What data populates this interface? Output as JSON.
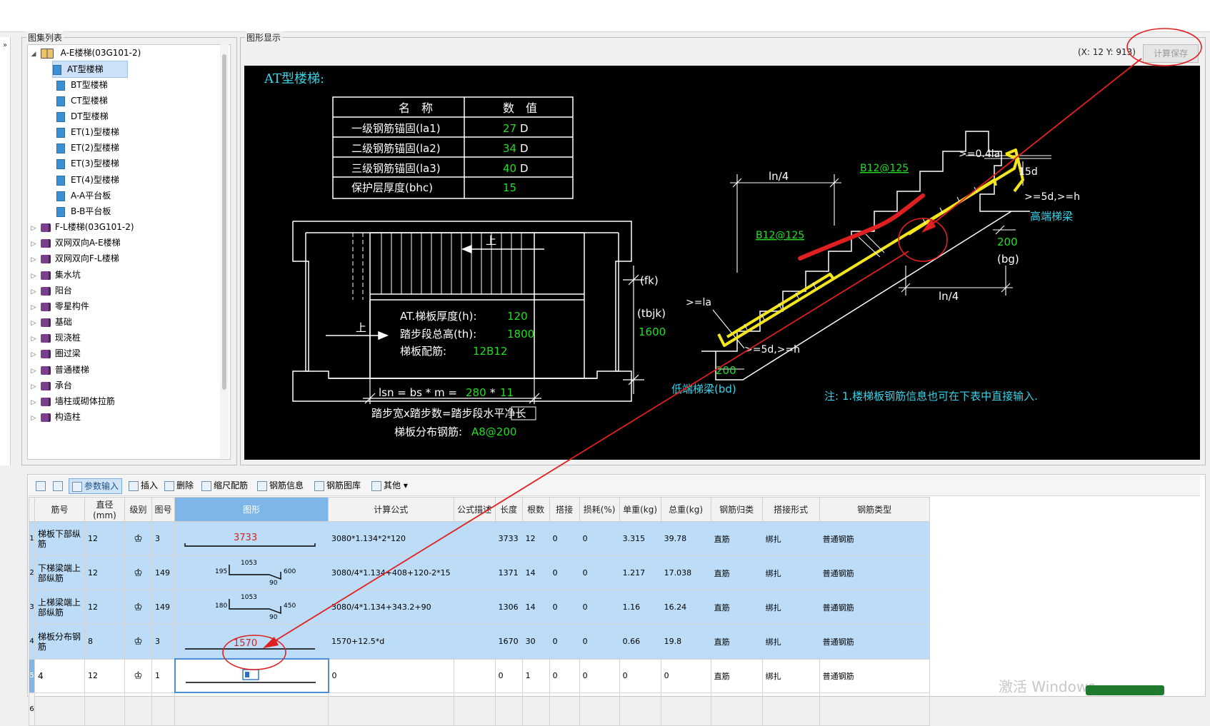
{
  "tree_panel": {
    "title": "图集列表",
    "root": "A-E楼梯(03G101-2)",
    "children": [
      "AT型楼梯",
      "BT型楼梯",
      "CT型楼梯",
      "DT型楼梯",
      "ET(1)型楼梯",
      "ET(2)型楼梯",
      "ET(3)型楼梯",
      "ET(4)型楼梯",
      "A-A平台板",
      "B-B平台板"
    ],
    "groups": [
      "F-L楼梯(03G101-2)",
      "双网双向A-E楼梯",
      "双网双向F-L楼梯",
      "集水坑",
      "阳台",
      "零星构件",
      "基础",
      "现浇桩",
      "圈过梁",
      "普通楼梯",
      "承台",
      "墙柱或砌体拉筋",
      "构造柱"
    ]
  },
  "drawing_panel": {
    "title": "图形显示",
    "coord": "(X: 12 Y: 913)",
    "calc_button": "计算保存",
    "heading": "AT型楼梯:",
    "table_header": [
      "名　称",
      "数　值"
    ],
    "table_rows": [
      {
        "name": "一级钢筋锚固(la1)",
        "value": "27",
        "unit": "D"
      },
      {
        "name": "二级钢筋锚固(la2)",
        "value": "34",
        "unit": "D"
      },
      {
        "name": "三级钢筋锚固(la3)",
        "value": "40",
        "unit": "D"
      },
      {
        "name": "保护层厚度(bhc)",
        "value": "15",
        "unit": ""
      }
    ],
    "plan_labels": {
      "thickness_label": "AT.梯板厚度(h):",
      "thickness_value": "120",
      "height_label": "踏步段总高(th):",
      "height_value": "1800",
      "rebar_label": "梯板配筋:",
      "rebar_value": "12B12",
      "up1": "上",
      "up2": "上",
      "fk": "(fk)",
      "tbjk": "(tbjk)",
      "tbjk_value": "1600",
      "formula": "lsn = bs * m = ",
      "formula_bs": "280",
      "formula_m": "11",
      "formula_note": "踏步宽x踏步数=踏步段水平净长",
      "dist_label": "梯板分布钢筋:",
      "dist_value": "A8@200"
    },
    "section_labels": {
      "ln4_top": "ln/4",
      "ln4_bottom": "ln/4",
      "b12_top": "B12@125",
      "b12_mid": "B12@125",
      "anchor_top": ">=0.4la",
      "d15": "15d",
      "right_5d": ">=5d,>=h",
      "high_beam": "高端梯梁",
      "w200_right": "200",
      "bg": "(bg)",
      "la": ">=la",
      "bottom_5d": ">=5d,>=h",
      "w200_left": "200",
      "low_beam": "低端梯梁(bd)",
      "note": "注: 1.楼梯板钢筋信息也可在下表中直接输入."
    }
  },
  "toolbar": {
    "items": [
      "参数输入",
      "插入",
      "删除",
      "缩尺配筋",
      "钢筋信息",
      "钢筋图库",
      "其他"
    ]
  },
  "grid": {
    "headers": [
      "筋号",
      "直径(mm)",
      "级别",
      "图号",
      "图形",
      "计算公式",
      "公式描述",
      "长度",
      "根数",
      "搭接",
      "损耗(%)",
      "单重(kg)",
      "总重(kg)",
      "钢筋归类",
      "搭接形式",
      "钢筋类型"
    ],
    "rows": [
      {
        "num": "1",
        "name": "梯板下部纵筋",
        "dia": "12",
        "grade": "♔",
        "fig": "3",
        "shape": "3733",
        "formula": "3080*1.134*2*120",
        "desc": "",
        "len": "3733",
        "count": "12",
        "lap": "0",
        "loss": "0",
        "uw": "3.315",
        "tw": "39.78",
        "cat": "直筋",
        "lapform": "绑扎",
        "type": "普通钢筋"
      },
      {
        "num": "2",
        "name": "下梯梁端上部纵筋",
        "dia": "12",
        "grade": "♔",
        "fig": "149",
        "shape_a": "1053",
        "shape_b": "195",
        "shape_c": "600",
        "shape_d": "90",
        "formula": "3080/4*1.134+408+120-2*15",
        "desc": "",
        "len": "1371",
        "count": "14",
        "lap": "0",
        "loss": "0",
        "uw": "1.217",
        "tw": "17.038",
        "cat": "直筋",
        "lapform": "绑扎",
        "type": "普通钢筋"
      },
      {
        "num": "3",
        "name": "上梯梁端上部纵筋",
        "dia": "12",
        "grade": "♔",
        "fig": "149",
        "shape_a": "1053",
        "shape_b": "180",
        "shape_c": "450",
        "shape_d": "90",
        "formula": "3080/4*1.134+343.2+90",
        "desc": "",
        "len": "1306",
        "count": "14",
        "lap": "0",
        "loss": "0",
        "uw": "1.16",
        "tw": "16.24",
        "cat": "直筋",
        "lapform": "绑扎",
        "type": "普通钢筋"
      },
      {
        "num": "4",
        "name": "梯板分布钢筋",
        "dia": "8",
        "grade": "♔",
        "fig": "3",
        "shape": "1570",
        "formula": "1570+12.5*d",
        "desc": "",
        "len": "1670",
        "count": "30",
        "lap": "0",
        "loss": "0",
        "uw": "0.66",
        "tw": "19.8",
        "cat": "直筋",
        "lapform": "绑扎",
        "type": "普通钢筋"
      },
      {
        "num": "5",
        "name": "4",
        "dia": "12",
        "grade": "♔",
        "fig": "1",
        "shape": "",
        "formula": "0",
        "desc": "",
        "len": "0",
        "count": "1",
        "lap": "0",
        "loss": "0",
        "uw": "0",
        "tw": "0",
        "cat": "直筋",
        "lapform": "绑扎",
        "type": "普通钢筋"
      },
      {
        "num": "6",
        "name": "",
        "dia": "",
        "grade": "",
        "fig": "",
        "shape": "",
        "formula": "",
        "desc": "",
        "len": "",
        "count": "",
        "lap": "",
        "loss": "",
        "uw": "",
        "tw": "",
        "cat": "",
        "lapform": "",
        "type": ""
      }
    ]
  },
  "watermark": "激活 Windows",
  "colors": {
    "canvas_bg": "#000000",
    "cad_white": "#ffffff",
    "cad_green": "#22dd22",
    "cad_yellow": "#f5e61c",
    "cad_cyan": "#35d4e8",
    "annotation_red": "#e02020",
    "selection_blue": "#bcdcf7"
  }
}
